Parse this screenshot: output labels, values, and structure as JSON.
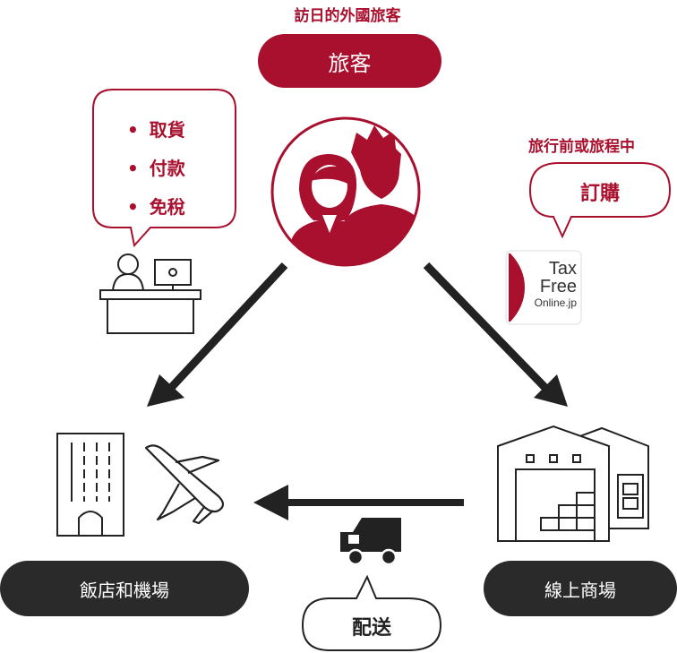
{
  "header": {
    "subtitle": "訪日的外國旅客",
    "pill_label": "旅客"
  },
  "left_bubble": {
    "items": [
      "取貨",
      "付款",
      "免稅"
    ]
  },
  "right_group": {
    "caption": "旅行前或旅程中",
    "bubble_label": "訂購"
  },
  "logo": {
    "line1": "Tax",
    "line2": "Free",
    "line3": "Online.jp"
  },
  "nodes": {
    "hotel_airport": "飯店和機場",
    "online_store": "線上商場"
  },
  "delivery": {
    "label": "配送"
  },
  "colors": {
    "brand": "#a8102e",
    "dark": "#2a2a2a",
    "arrow": "#222222"
  },
  "icons": [
    "traveler-couple-icon",
    "reception-desk-icon",
    "building-icon",
    "airplane-icon",
    "warehouse-icon",
    "delivery-truck-icon"
  ]
}
